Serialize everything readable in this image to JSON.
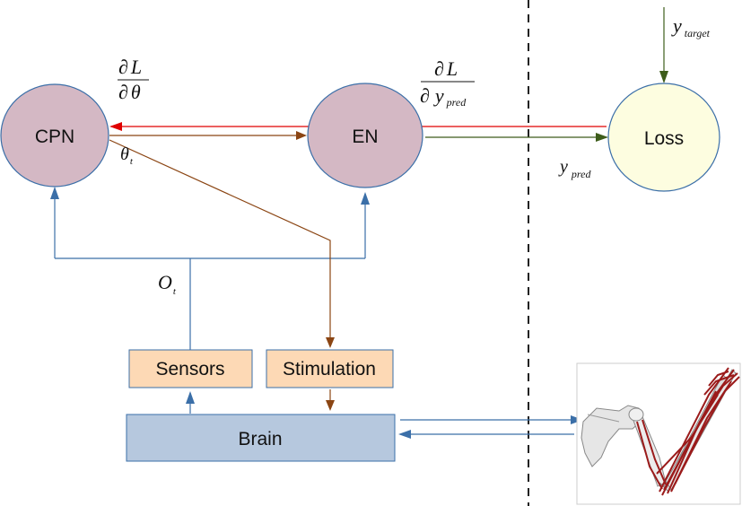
{
  "nodes": {
    "cpn": "CPN",
    "en": "EN",
    "loss": "Loss",
    "sensors": "Sensors",
    "stimulation": "Stimulation",
    "brain": "Brain"
  },
  "labels": {
    "dL_dtheta_num_sym": "∂",
    "dL_dtheta_num_var": "L",
    "dL_dtheta_den_sym": "∂",
    "dL_dtheta_den_var": "θ",
    "dL_dypred_num_sym": "∂",
    "dL_dypred_num_var": "L",
    "dL_dypred_den_sym": "∂",
    "dL_dypred_den_var": "y",
    "dL_dypred_den_sub": "pred",
    "theta_t_var": "θ",
    "theta_t_sub": "t",
    "o_t_var": "O",
    "o_t_sub": "t",
    "y_pred_var": "y",
    "y_pred_sub": "pred",
    "y_target_var": "y",
    "y_target_sub": "target"
  },
  "colors": {
    "node_fill": "#d4b8c4",
    "loss_fill": "#fdfde0",
    "box_fill": "#fdd9b5",
    "brain_fill": "#b6c8de",
    "gradient_arrow": "#e00000",
    "forward_arrow": "#8b4513",
    "green_arrow": "#3d5c1a",
    "blue_arrow": "#3b6fa8"
  },
  "icons": {
    "arm_model": "musculoskeletal-arm-icon"
  }
}
